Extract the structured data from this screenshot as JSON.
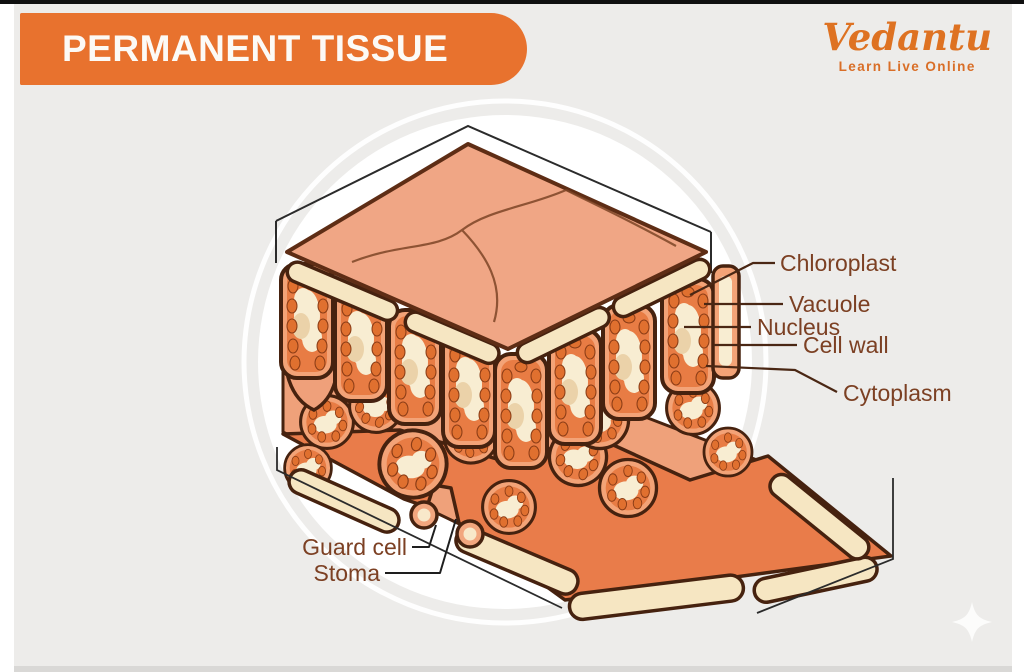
{
  "banner": {
    "title": "PERMANENT TISSUE"
  },
  "logo": {
    "brand": "Vedantu",
    "tagline": "Learn Live Online"
  },
  "diagram": {
    "labels": {
      "chloroplast": "Chloroplast",
      "vacuole": "Vacuole",
      "nucleus": "Nucleus",
      "cell_wall": "Cell wall",
      "cytoplasm": "Cytoplasm",
      "guard_cell": "Guard cell",
      "stoma": "Stoma"
    },
    "colors": {
      "banner_orange": "#E8722E",
      "label_brown": "#7C4023",
      "outline_brown": "#46220F",
      "cell_orange": "#E87C44",
      "cell_salmon": "#F3A377",
      "vacuole_cream": "#F8EDD2",
      "top_face_peach": "#F0A685",
      "logo_orange": "#DE7222",
      "background_gray": "#EDECEA"
    }
  }
}
